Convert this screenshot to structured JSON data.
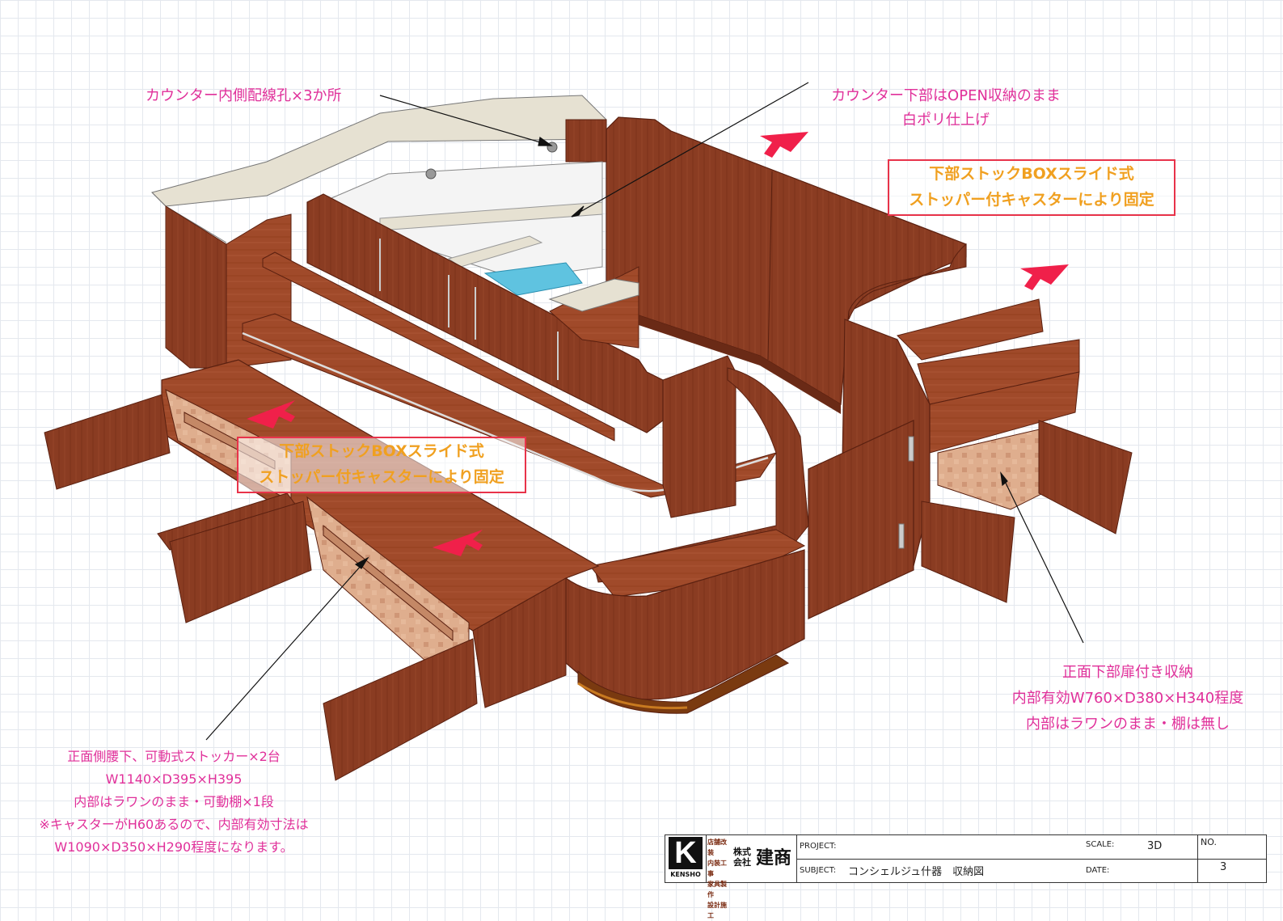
{
  "annotations": {
    "wiring_holes": "カウンター内側配線孔×3か所",
    "open_storage": [
      "カウンター下部はOPEN収納のまま",
      "白ポリ仕上げ"
    ],
    "stock_box_right": [
      "下部ストックBOXスライド式",
      "ストッパー付キャスターにより固定"
    ],
    "stock_box_left": [
      "下部ストックBOXスライド式",
      "ストッパー付キャスターにより固定"
    ],
    "front_door_storage": [
      "正面下部扉付き収納",
      "内部有効W760×D380×H340程度",
      "内部はラワンのまま・棚は無し"
    ],
    "side_stocker": [
      "正面側腰下、可動式ストッカー×2台",
      "W1140×D395×H395",
      "内部はラワンのまま・可動棚×1段",
      "※キャスターがH60あるので、内部有効寸法は",
      "W1090×D350×H290程度になります。"
    ]
  },
  "title_block": {
    "logo_letter": "K",
    "logo_text": "KENSHO",
    "company_services": [
      "店舗改装",
      "内装工事",
      "家具製作",
      "設計施工"
    ],
    "company_type": "株式会社",
    "company_name": "建商",
    "project_label": "PROJECT:",
    "project_value": "",
    "subject_label": "SUBJECT:",
    "subject_value": "コンシェルジュ什器　収納図",
    "scale_label": "SCALE:",
    "scale_value": "3D",
    "date_label": "DATE:",
    "date_value": "",
    "no_label": "NO.",
    "no_value": "3"
  },
  "colors": {
    "wood": "#8a3c22",
    "wood_light": "#a04a2a",
    "wood_dark": "#6a2a16",
    "counter_top": "#e6e1d2",
    "interior": "#f4f4f4",
    "raw_plywood": "#d9a586",
    "glass": "#5fc3e0",
    "annotation_text": "#e0309a",
    "boxed_text": "#f0a020",
    "box_border": "#e8334a",
    "arrow": "#f0204a"
  }
}
